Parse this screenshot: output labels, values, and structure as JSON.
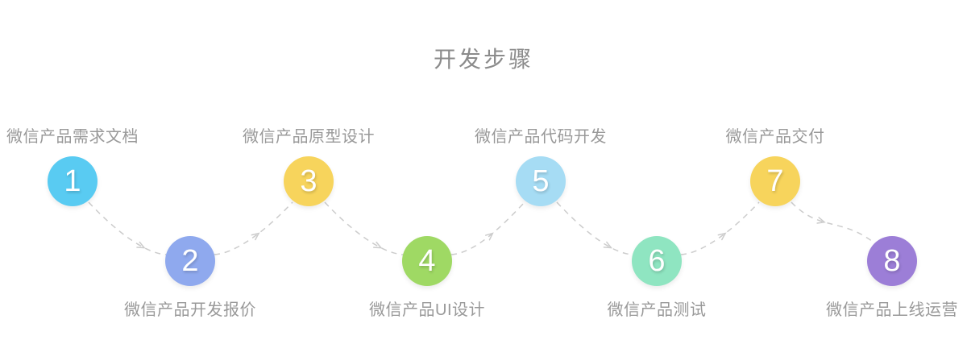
{
  "page": {
    "title": "开发步骤"
  },
  "diagram": {
    "type": "process-flow",
    "direction": "left-to-right",
    "connector_style": "dashed-arrow",
    "colors": {
      "title_text": "#8b8b8b",
      "label_text": "#999999",
      "connector": "#cccccc",
      "number_text": "#ffffff"
    },
    "steps": [
      {
        "number": "1",
        "label": "微信产品需求文档",
        "color": "#59cbf2",
        "position": "top"
      },
      {
        "number": "2",
        "label": "微信产品开发报价",
        "color": "#8fa9ee",
        "position": "bottom"
      },
      {
        "number": "3",
        "label": "微信产品原型设计",
        "color": "#f7d45c",
        "position": "top"
      },
      {
        "number": "4",
        "label": "微信产品UI设计",
        "color": "#9fd964",
        "position": "bottom"
      },
      {
        "number": "5",
        "label": "微信产品代码开发",
        "color": "#a6dcf4",
        "position": "top"
      },
      {
        "number": "6",
        "label": "微信产品测试",
        "color": "#8fe5c1",
        "position": "bottom"
      },
      {
        "number": "7",
        "label": "微信产品交付",
        "color": "#f7d45c",
        "position": "top"
      },
      {
        "number": "8",
        "label": "微信产品上线运营",
        "color": "#9c7ed7",
        "position": "bottom"
      }
    ]
  }
}
